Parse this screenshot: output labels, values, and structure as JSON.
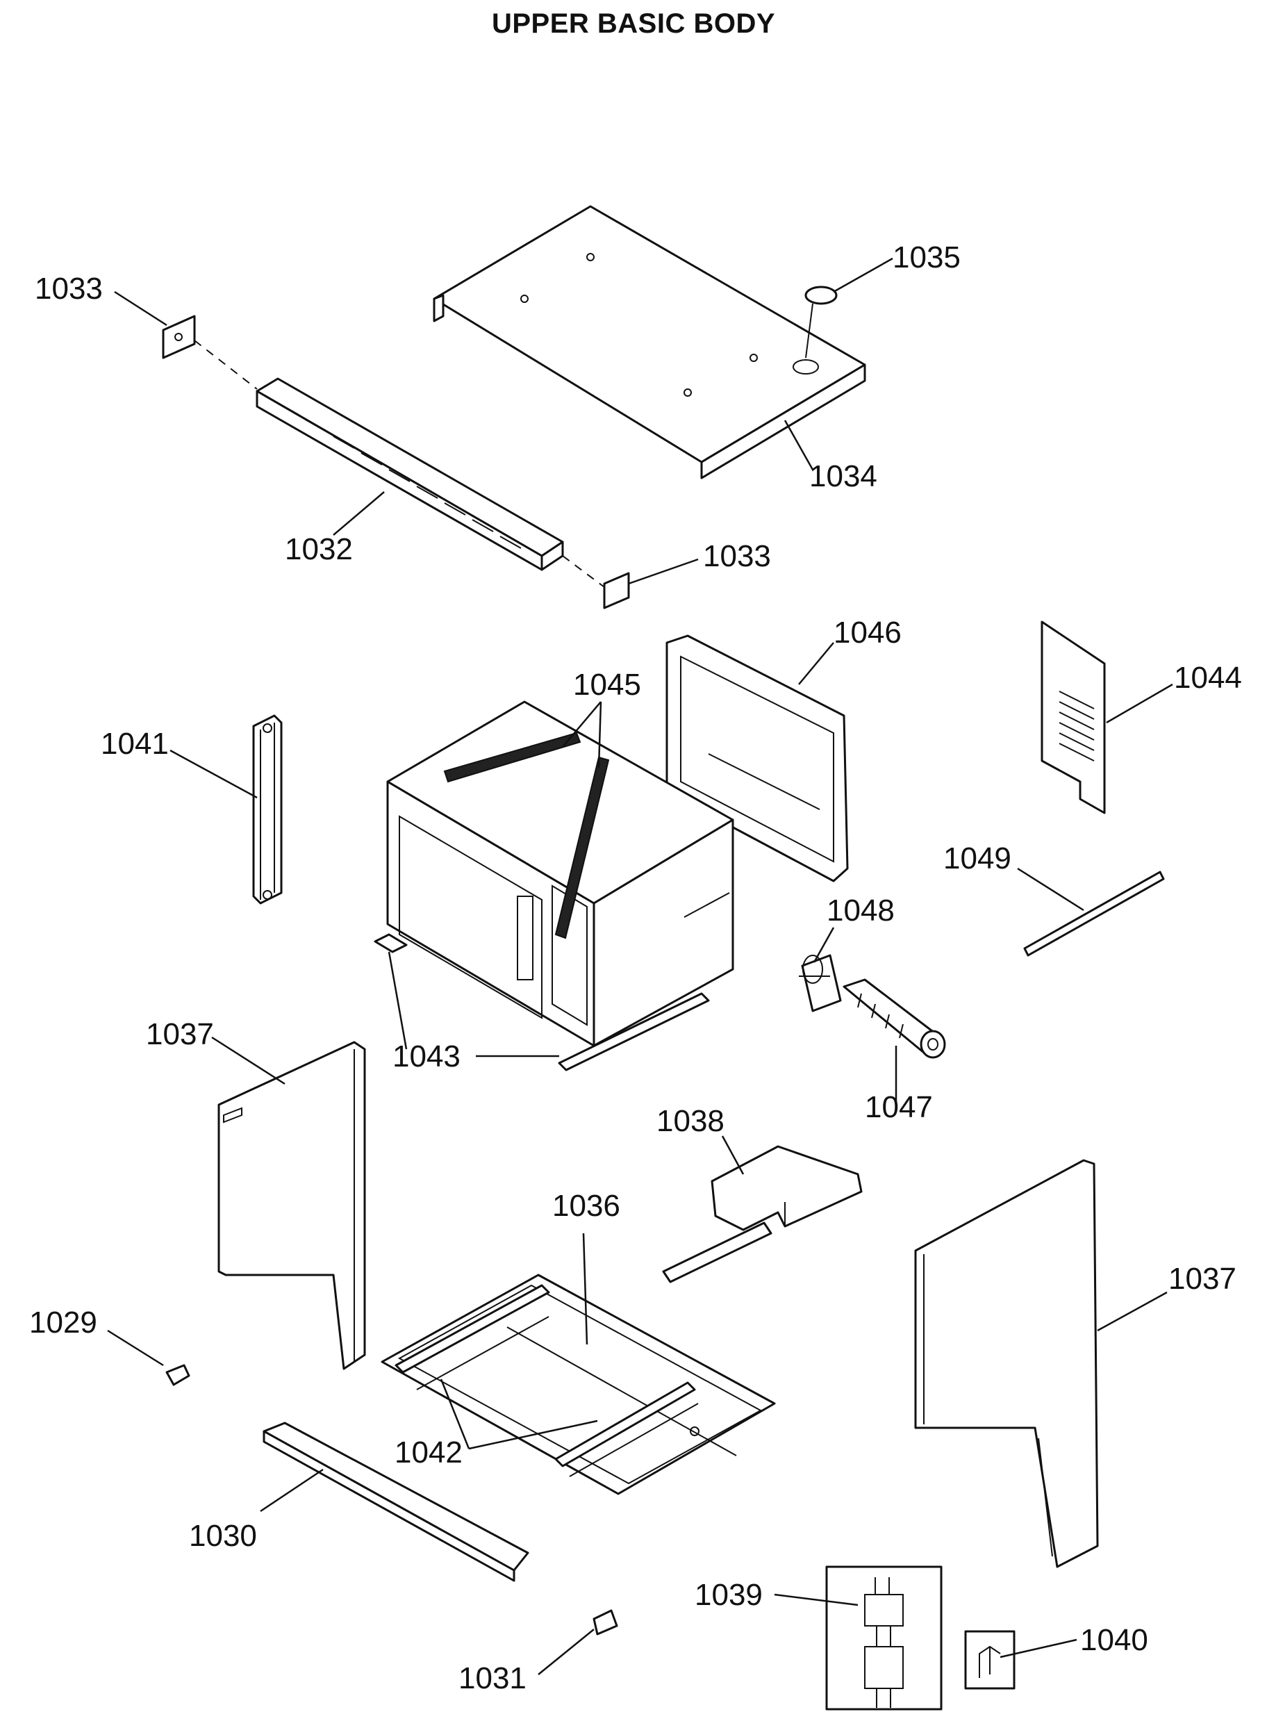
{
  "title": "UPPER BASIC BODY",
  "callouts": {
    "c1029": "1029",
    "c1030": "1030",
    "c1031": "1031",
    "c1032": "1032",
    "c1033a": "1033",
    "c1033b": "1033",
    "c1034": "1034",
    "c1035": "1035",
    "c1036": "1036",
    "c1037a": "1037",
    "c1037b": "1037",
    "c1038": "1038",
    "c1039": "1039",
    "c1040": "1040",
    "c1041": "1041",
    "c1042": "1042",
    "c1043": "1043",
    "c1044": "1044",
    "c1045": "1045",
    "c1046": "1046",
    "c1047": "1047",
    "c1048": "1048",
    "c1049": "1049"
  }
}
